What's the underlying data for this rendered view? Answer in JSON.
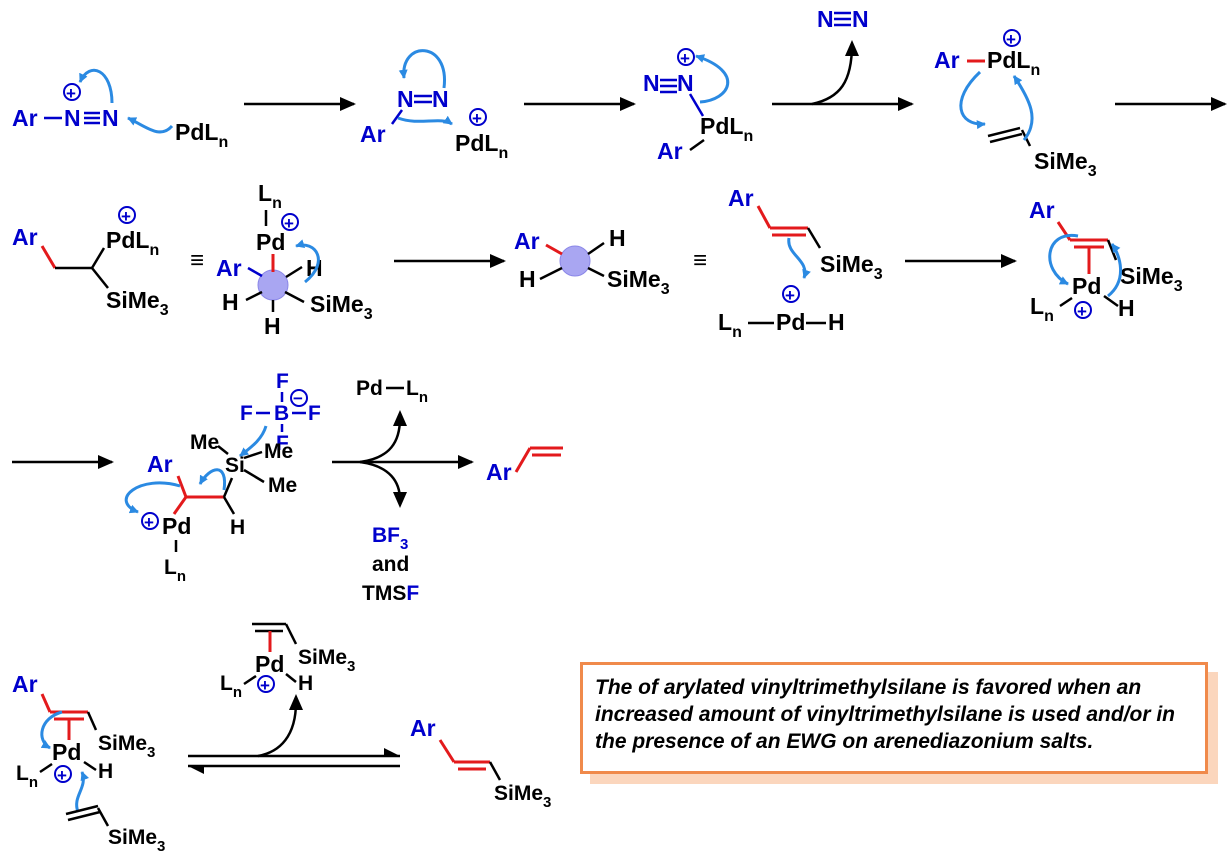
{
  "colors": {
    "blue": "#0000cc",
    "red": "#e31a1c",
    "arrow": "#2b8ae2",
    "black": "#000000",
    "box_border": "#f08a4b",
    "box_shadow": "#fbd6bd",
    "center": "#a9a6f2"
  },
  "labels": {
    "ar": "Ar",
    "pdln": "PdL",
    "n_sub": "n",
    "pd": "Pd",
    "ln": "L",
    "h": "H",
    "sime3": "SiMe",
    "three_sub": "3",
    "n": "N",
    "si": "Si",
    "me": "Me",
    "b": "B",
    "f": "F",
    "pd_ln": "Pd",
    "bf3": "BF",
    "and": "and",
    "tms": "TMS",
    "equiv": "≡",
    "plus": "+",
    "minus": "−"
  },
  "note": {
    "text": "The of arylated vinyltrimethylsilane is favored when an increased amount of vinyltrimethylsilane is used and/or in the presence of an EWG on arenediazonium salts."
  }
}
